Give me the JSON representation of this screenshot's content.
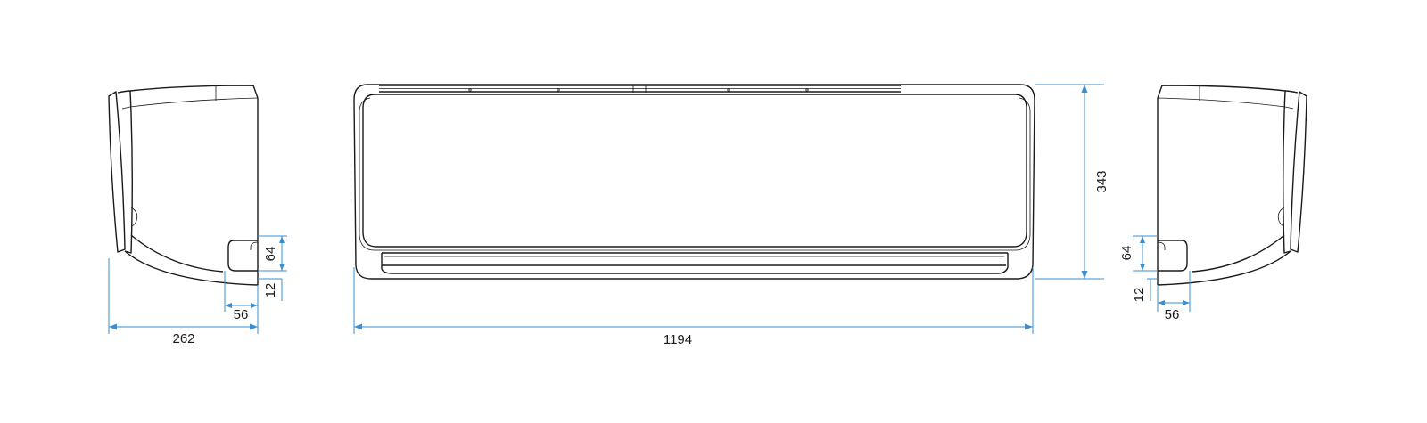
{
  "colors": {
    "line": "#1a1a1a",
    "dimension": "#3a8fd0",
    "background": "#ffffff"
  },
  "side_view_left": {
    "depth": "262",
    "outlet_width": "56",
    "outlet_height": "64",
    "outlet_offset": "12"
  },
  "front_view": {
    "width": "1194",
    "height": "343"
  },
  "side_view_right": {
    "outlet_width": "56",
    "outlet_height": "64",
    "outlet_offset": "12"
  }
}
